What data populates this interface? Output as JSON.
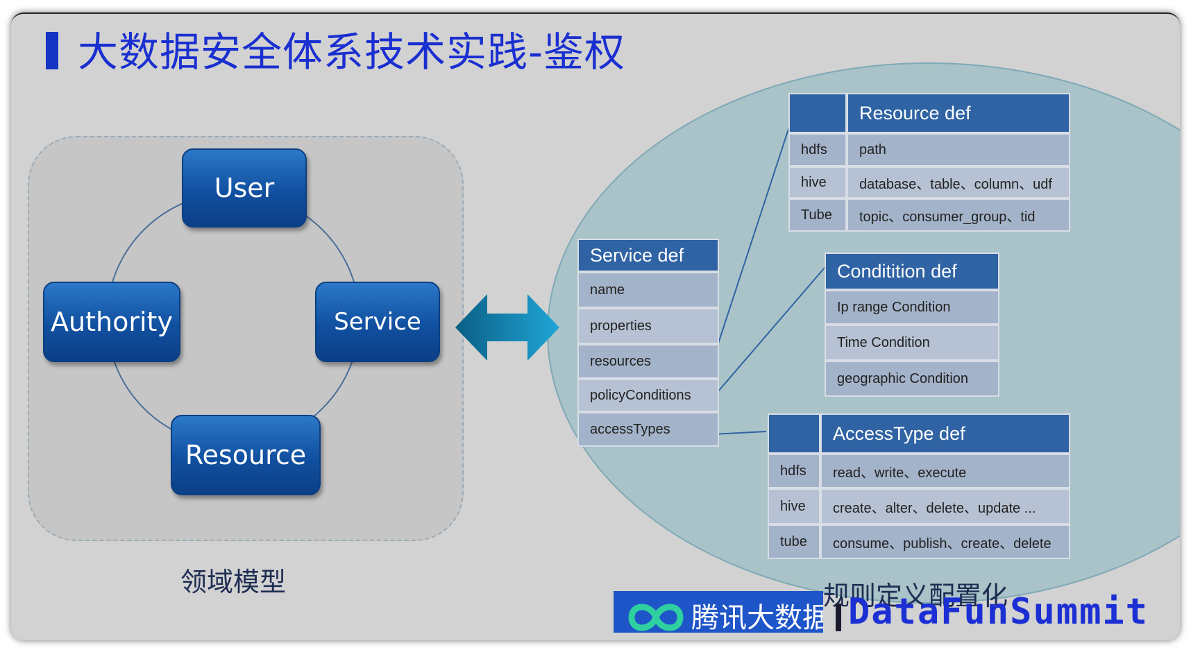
{
  "slide": {
    "title": "大数据安全体系技术实践-鉴权",
    "colors": {
      "title": "#1a2fd0",
      "node": "#1150a0",
      "header": "#2f63a3",
      "cell": "#a3b3c9",
      "ellipse": "#a9c3c8"
    }
  },
  "domain_model": {
    "caption": "领域模型",
    "nodes": {
      "user": "User",
      "authority": "Authority",
      "service": "Service",
      "resource": "Resource"
    }
  },
  "rules": {
    "caption": "规则定义配置化",
    "service_def": {
      "header": "Service def",
      "rows": [
        "name",
        "properties",
        "resources",
        "policyConditions",
        "accessTypes"
      ]
    },
    "resource_def": {
      "header": "Resource def",
      "rows": [
        {
          "key": "hdfs",
          "value": "path"
        },
        {
          "key": "hive",
          "value": "database、table、column、udf"
        },
        {
          "key": "Tube",
          "value": "topic、consumer_group、tid"
        }
      ]
    },
    "condition_def": {
      "header": "Conditition def",
      "rows": [
        "Ip range Condition",
        "Time Condition",
        "geographic Condition"
      ]
    },
    "accesstype_def": {
      "header": "AccessType def",
      "rows": [
        {
          "key": "hdfs",
          "value": "read、write、execute"
        },
        {
          "key": "hive",
          "value": "create、alter、delete、update ..."
        },
        {
          "key": "tube",
          "value": "consume、publish、create、delete"
        }
      ]
    }
  },
  "footer": {
    "logo_text": "腾讯大数据",
    "logo_icon": "infinity-logo-icon",
    "brand": "DataFunSummit"
  }
}
